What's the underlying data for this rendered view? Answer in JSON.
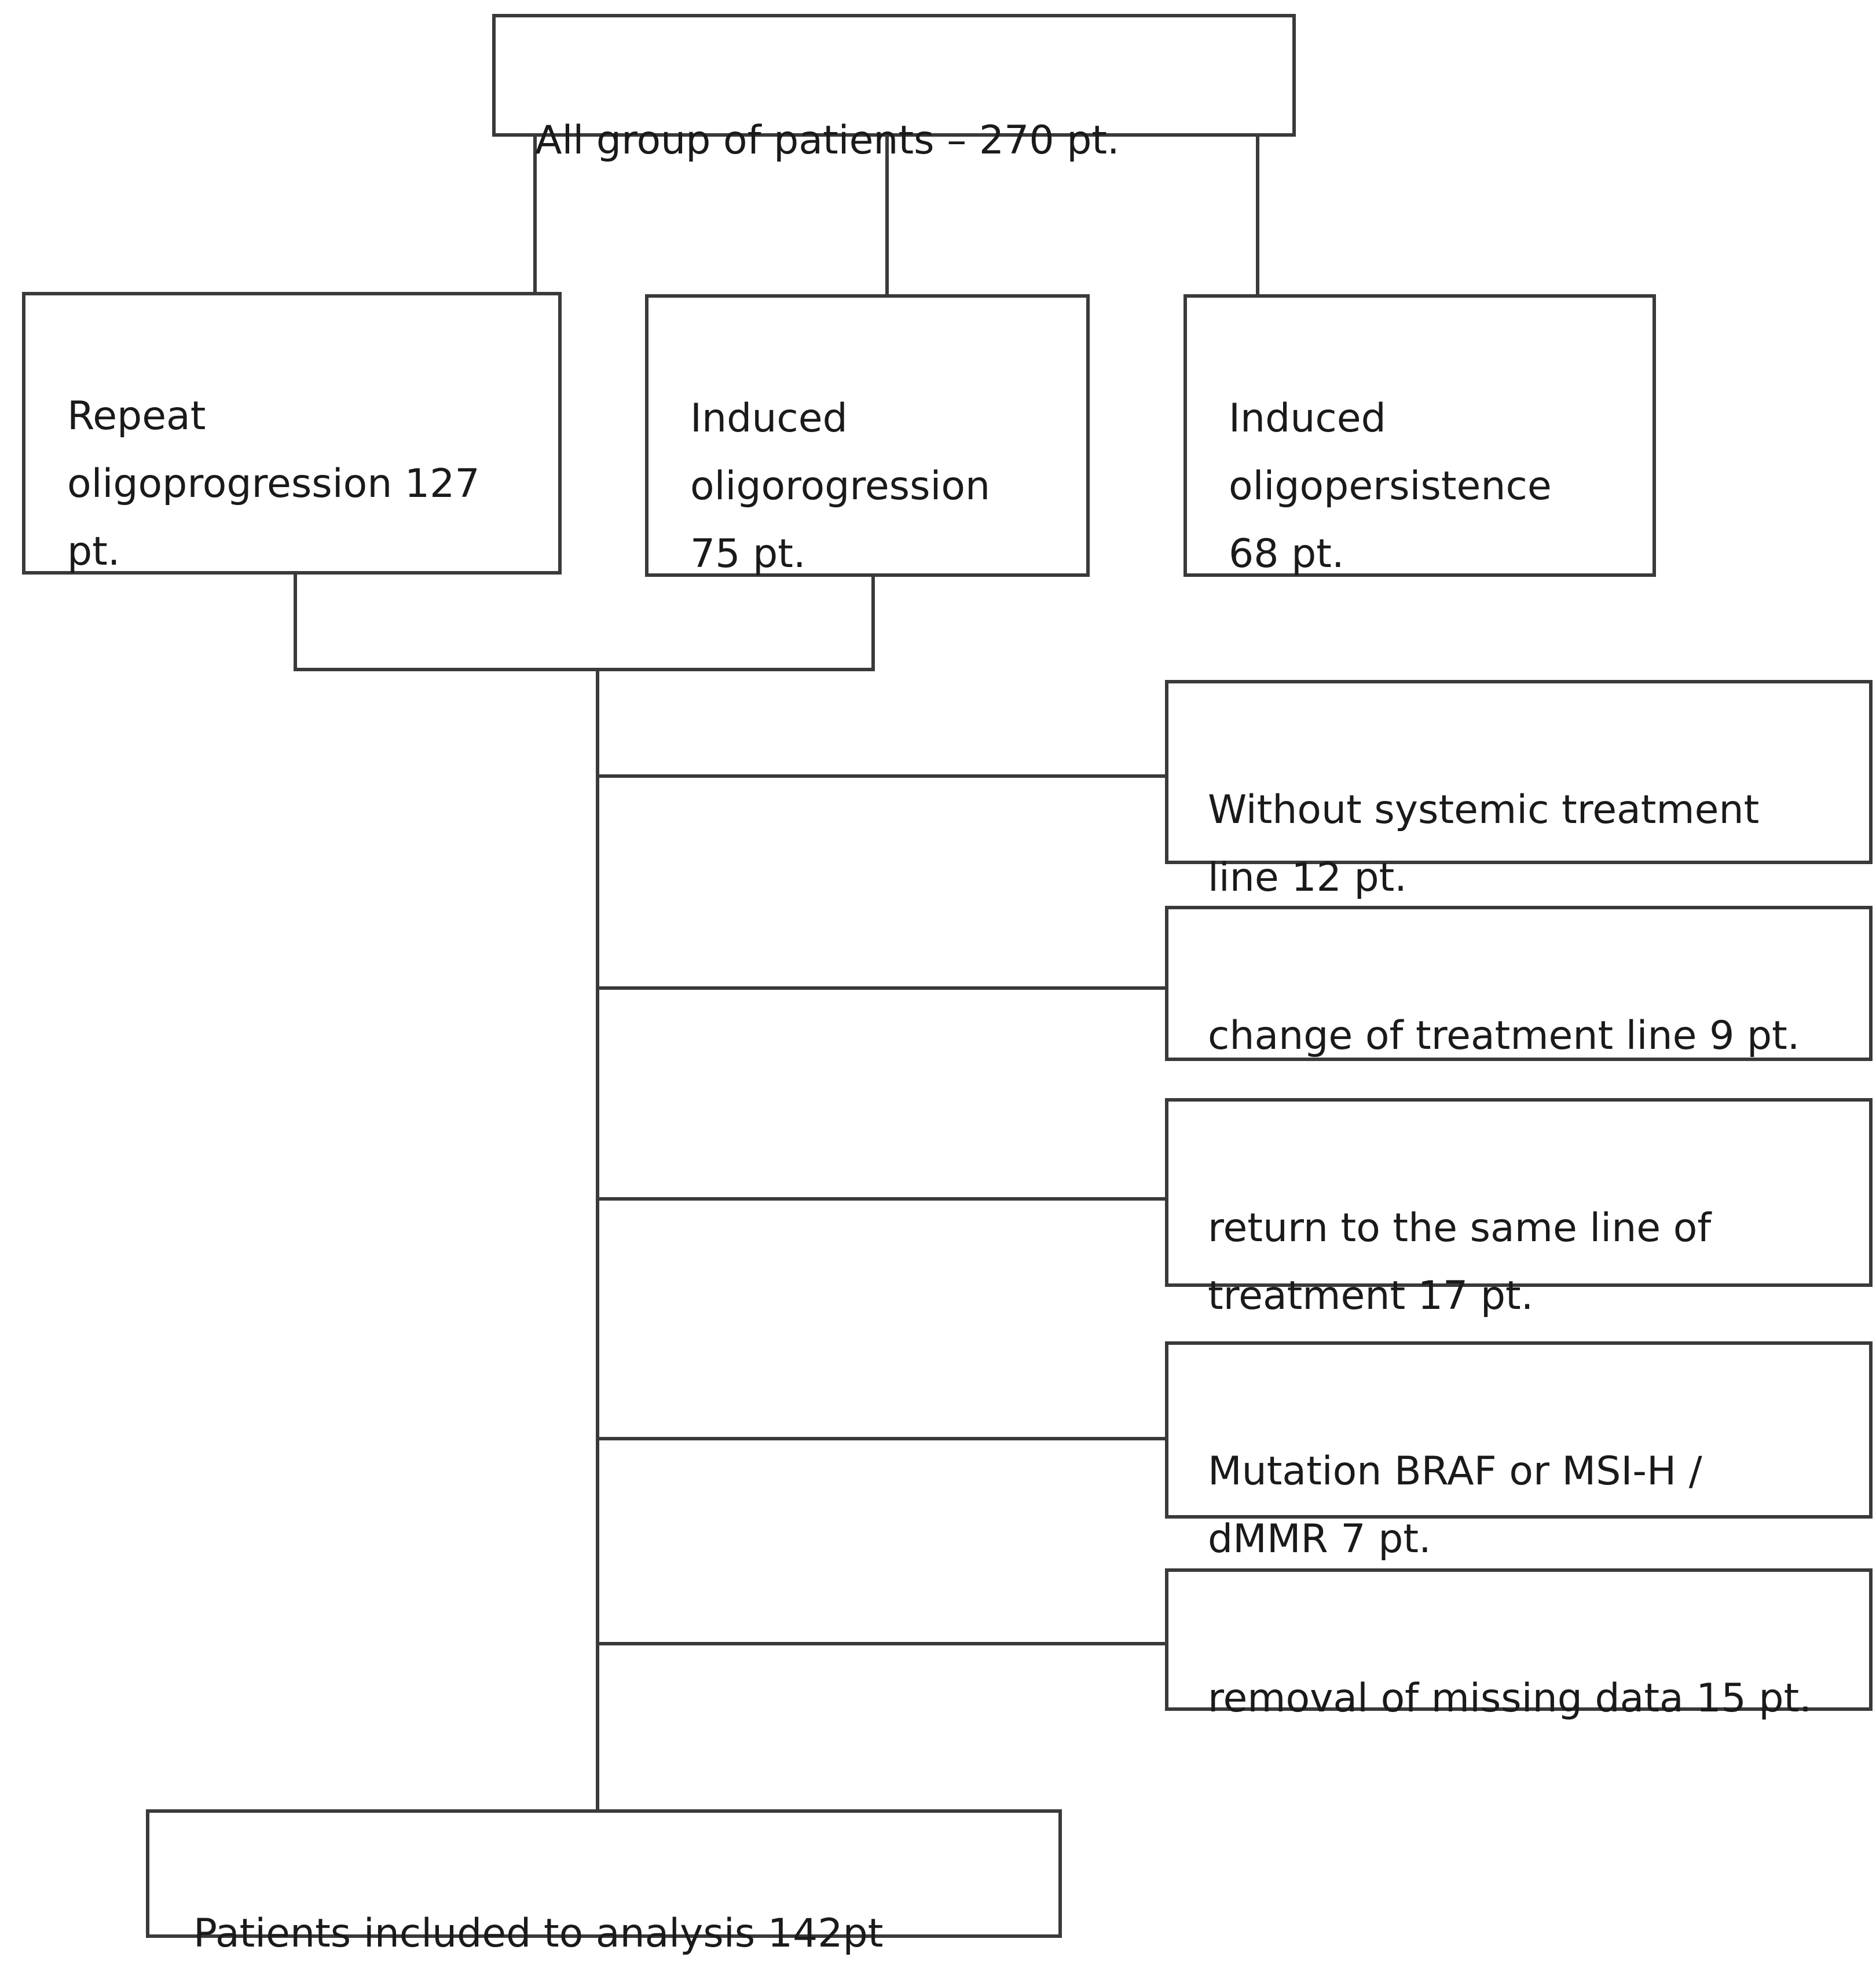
{
  "diagram": {
    "top": {
      "label": "All group of patients – 270 pt."
    },
    "groups": [
      {
        "label": "Repeat\noligoprogression 127\npt."
      },
      {
        "label": "Induced\noligorogression\n75 pt."
      },
      {
        "label": "Induced\noligopersistence\n68 pt."
      }
    ],
    "exclusions": [
      {
        "label": "Without systemic treatment\nline 12 pt."
      },
      {
        "label": "change of treatment line 9 pt."
      },
      {
        "label": "return to the same line of\ntreatment 17 pt."
      },
      {
        "label": "Mutation BRAF or MSI-H /\ndMMR  7 pt."
      },
      {
        "label": "removal of missing data 15 pt."
      }
    ],
    "final": {
      "label": "Patients included to analysis 142pt"
    },
    "colors": {
      "stroke": "#3a3a3a",
      "text": "#1a1a1a",
      "background": "#ffffff"
    }
  }
}
